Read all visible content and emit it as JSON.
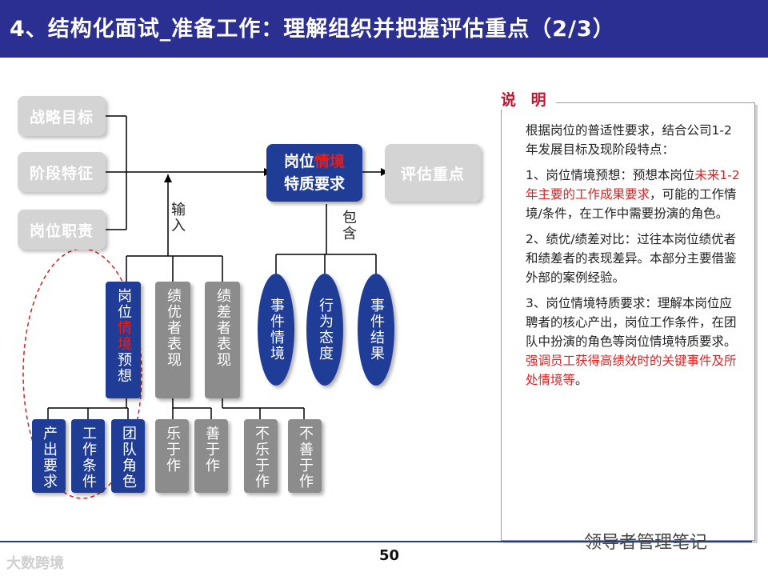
{
  "header": {
    "title": "4、结构化面试_准备工作：理解组织并把握评估重点（2/3）"
  },
  "inputs": {
    "strategy": "战略目标",
    "stage": "阶段特征",
    "duty": "岗位职责"
  },
  "center": {
    "part1": "岗位",
    "part2": "情境",
    "line2": "特质要求"
  },
  "evaluate": "评估重点",
  "labels": {
    "input": "输入",
    "contain": "包含"
  },
  "columns": {
    "forecast": {
      "p1": "岗位",
      "p2": "情境",
      "p3": "预想"
    },
    "good": "绩优者表现",
    "bad": "绩差者表现"
  },
  "ovals": [
    "事件情境",
    "行为态度",
    "事件结果"
  ],
  "bottom": [
    "产出要求",
    "工作条件",
    "团队角色",
    "乐于作",
    "善于作",
    "不乐于作",
    "不善于作"
  ],
  "note": {
    "heading": "说 明",
    "intro": "根据岗位的普适性要求，结合公司1-2年发展目标及现阶段特点：",
    "item1_a": "1、岗位情境预想：预想本岗位",
    "item1_red": "未来1-2年主要的工作成果要求",
    "item1_b": "，可能的工作情境/条件，在工作中需要扮演的角色。",
    "item2": "2、绩优/绩差对比：过往本岗位绩优者和绩差者的表现差异。本部分主要借鉴外部的案例经验。",
    "item3_a": "3、岗位情境特质要求：理解本岗位应聘者的核心产出，岗位工作条件，在团队中扮演的角色等岗位情境特质要求。",
    "item3_red": "强调员工获得高绩效时的关键事件及所处情境等",
    "item3_end": "。"
  },
  "footer": {
    "page": "50",
    "watermark_left": "大数跨境",
    "watermark_right": "领导者管理笔记"
  },
  "colors": {
    "header": "#2b2f91",
    "blue": "#1f3d97",
    "red": "#e02020",
    "grey": "#8c8c8c",
    "light": "#d4d4d4"
  }
}
